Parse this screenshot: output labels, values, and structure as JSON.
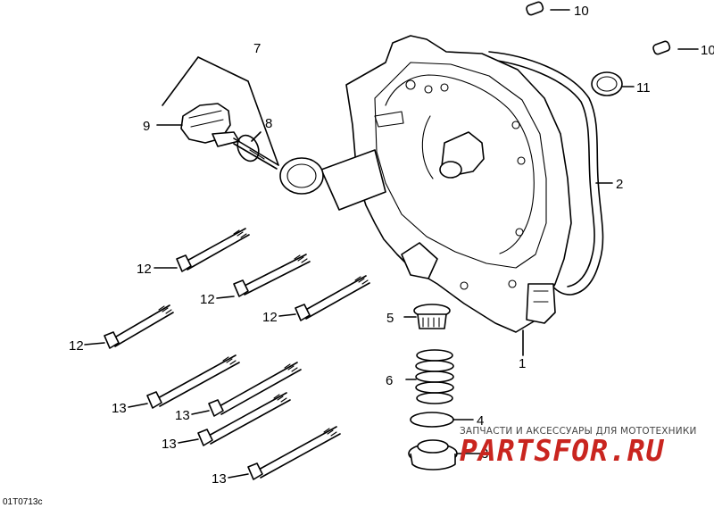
{
  "callouts": [
    {
      "id": "1",
      "label": "1"
    },
    {
      "id": "2",
      "label": "2"
    },
    {
      "id": "3",
      "label": "3"
    },
    {
      "id": "4",
      "label": "4"
    },
    {
      "id": "5",
      "label": "5"
    },
    {
      "id": "6",
      "label": "6"
    },
    {
      "id": "7",
      "label": "7"
    },
    {
      "id": "8",
      "label": "8"
    },
    {
      "id": "9",
      "label": "9"
    },
    {
      "id": "10a",
      "label": "10"
    },
    {
      "id": "10b",
      "label": "10"
    },
    {
      "id": "11",
      "label": "11"
    },
    {
      "id": "12a",
      "label": "12"
    },
    {
      "id": "12b",
      "label": "12"
    },
    {
      "id": "12c",
      "label": "12"
    },
    {
      "id": "12d",
      "label": "12"
    },
    {
      "id": "13a",
      "label": "13"
    },
    {
      "id": "13b",
      "label": "13"
    },
    {
      "id": "13c",
      "label": "13"
    },
    {
      "id": "13d",
      "label": "13"
    }
  ],
  "diagram_code": "01T0713c",
  "watermark": {
    "tagline": "ЗАПЧАСТИ И АКСЕССУАРЫ ДЛЯ МОТОТЕХНИКИ",
    "brand": "PARTSFOR.RU"
  },
  "colors": {
    "line": "#000000",
    "background": "#ffffff",
    "watermark_red": "#c9251f"
  }
}
